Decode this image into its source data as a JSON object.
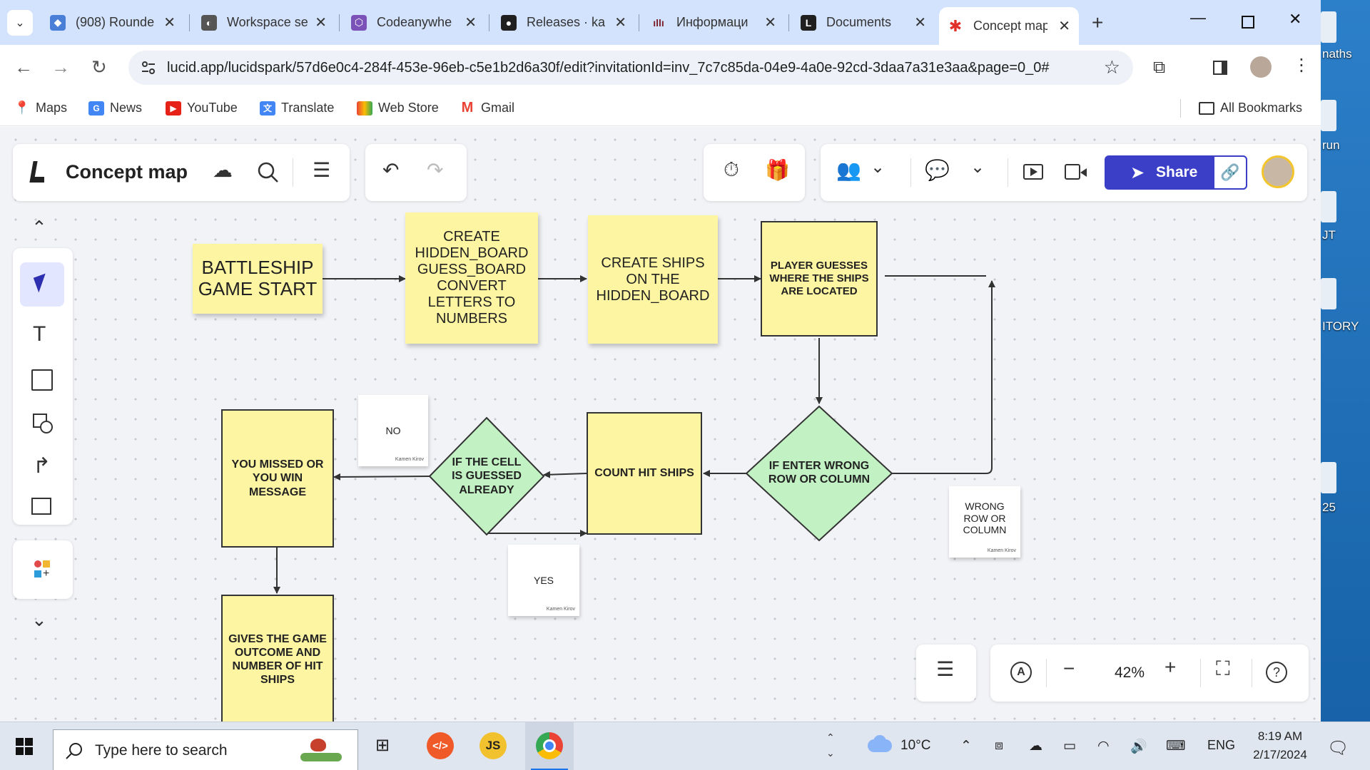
{
  "browser": {
    "tabs": [
      {
        "title": "(908) Rounde",
        "fav_color": "#4a7fd8",
        "fav": "◆"
      },
      {
        "title": "Workspace se",
        "fav_color": "#555555",
        "fav": "◐"
      },
      {
        "title": "Codeanywhe",
        "fav_color": "#7b53b8",
        "fav": "⬡"
      },
      {
        "title": "Releases · ka",
        "fav_color": "#1f1f1f",
        "fav": "●"
      },
      {
        "title": "Информаци",
        "fav_color": "#ffffff",
        "fav": "ıllı"
      },
      {
        "title": "Documents",
        "fav_color": "#1f1f1f",
        "fav": "L"
      },
      {
        "title": "Concept map",
        "fav_color": "#ffffff",
        "fav": "✱"
      }
    ],
    "url": "lucid.app/lucidspark/57d6e0c4-284f-453e-96eb-c5e1b2d6a30f/edit?invitationId=inv_7c7c85da-04e9-4a0e-92cd-3daa7a31e3aa&page=0_0#",
    "bookmarks": [
      "Maps",
      "News",
      "YouTube",
      "Translate",
      "Web Store",
      "Gmail"
    ],
    "all_bookmarks": "All Bookmarks"
  },
  "app": {
    "doc_title": "Concept map",
    "share_label": "Share",
    "zoom": "42%",
    "brand_color": "#3b3fc7"
  },
  "diagram": {
    "start_note": "BATTLESHIP GAME START",
    "create_boards_note": "CREATE HIDDEN_BOARD GUESS_BOARD CONVERT LETTERS TO NUMBERS",
    "create_ships_note": "CREATE SHIPS ON THE HIDDEN_BOARD",
    "player_guesses": "PLAYER GUESSES WHERE THE SHIPS ARE LOCATED",
    "wrong_row_decision": "IF ENTER WRONG ROW OR COLUMN",
    "count_hit": "COUNT HIT SHIPS",
    "already_guessed": "IF THE CELL IS GUESSED ALREADY",
    "missed_message": "YOU MISSED OR YOU WIN MESSAGE",
    "outcome": "GIVES THE GAME OUTCOME AND NUMBER OF HIT SHIPS",
    "no_label": "NO",
    "yes_label": "YES",
    "wrong_label": "WRONG ROW OR COLUMN",
    "author": "Kamen Kirov"
  },
  "desktop": {
    "labels": [
      "naths",
      "run",
      "JT",
      "ITORY",
      "25"
    ]
  },
  "taskbar": {
    "search_placeholder": "Type here to search",
    "weather": "10°C",
    "language": "ENG",
    "time": "8:19 AM",
    "date": "2/17/2024"
  }
}
